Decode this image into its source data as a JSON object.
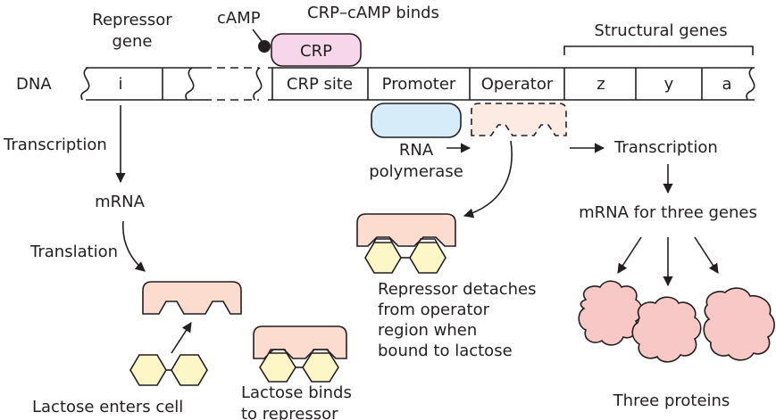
{
  "colors": {
    "ink": "#231f20",
    "crp_fill": "#f6d6e8",
    "rna_pol_fill": "#d6ecf8",
    "repressor_fill": "#fbdccf",
    "lactose_fill": "#fdf6c6",
    "protein_fill": "#f7c8c6"
  },
  "labels": {
    "repressor_gene_1": "Repressor",
    "repressor_gene_2": "gene",
    "camp": "cAMP",
    "crp_camp_binds": "CRP–cAMP binds",
    "crp": "CRP",
    "structural_genes": "Structural genes",
    "dna": "DNA",
    "gene_i": "i",
    "crp_site": "CRP site",
    "promoter": "Promoter",
    "operator": "Operator",
    "gene_z": "z",
    "gene_y": "y",
    "gene_a": "a",
    "transcription_left": "Transcription",
    "transcription_right": "Transcription",
    "rna_1": "RNA",
    "rna_2": "polymerase",
    "mrna": "mRNA",
    "mrna_three": "mRNA for three genes",
    "translation": "Translation",
    "detach_1": "Repressor detaches",
    "detach_2": "from operator",
    "detach_3": "region when",
    "detach_4": "bound to lactose",
    "three_proteins": "Three proteins",
    "lactose_enters": "Lactose enters cell",
    "lactose_binds_1": "Lactose binds",
    "lactose_binds_2": "to repressor"
  }
}
